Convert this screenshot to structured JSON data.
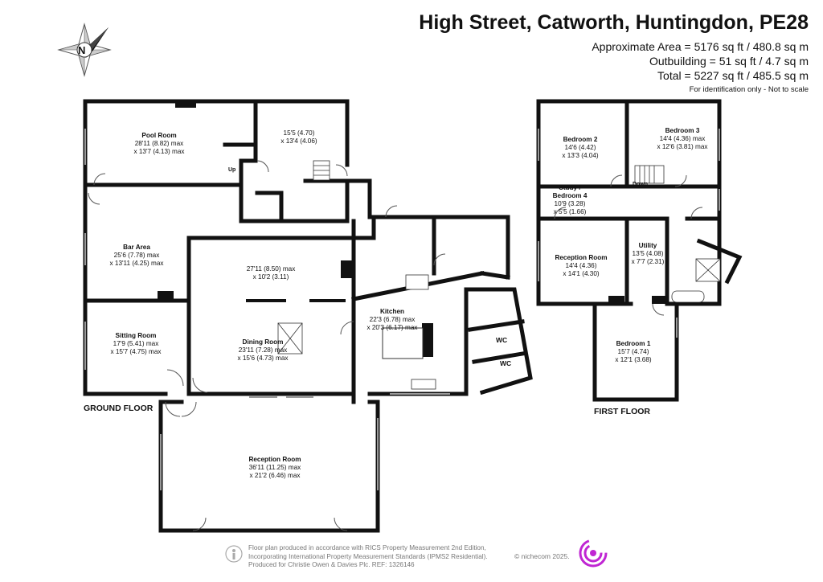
{
  "header": {
    "title": "High Street, Catworth, Huntingdon, PE28",
    "approx_area": "Approximate Area = 5176 sq ft / 480.8 sq m",
    "outbuilding": "Outbuilding = 51 sq ft / 4.7 sq m",
    "total": "Total = 5227 sq ft / 485.5 sq m",
    "note": "For identification only - Not to scale"
  },
  "compass": {
    "letter": "N",
    "icon": "compass-rose-icon"
  },
  "floors": {
    "ground": "GROUND FLOOR",
    "first": "FIRST FLOOR"
  },
  "rooms": {
    "pool_room": {
      "name": "Pool Room",
      "l1": "28'11 (8.82) max",
      "l2": "x 13'7 (4.13) max"
    },
    "room_15_5": {
      "l1": "15'5 (4.70)",
      "l2": "x 13'4 (4.06)"
    },
    "bar_area": {
      "name": "Bar Area",
      "l1": "25'6 (7.78) max",
      "l2": "x 13'11 (4.25) max"
    },
    "room_27_11": {
      "l1": "27'11 (8.50) max",
      "l2": "x 10'2 (3.11)"
    },
    "sitting_room": {
      "name": "Sitting Room",
      "l1": "17'9 (5.41) max",
      "l2": "x 15'7 (4.75) max"
    },
    "dining_room": {
      "name": "Dining Room",
      "l1": "23'11 (7.28) max",
      "l2": "x 15'6 (4.73) max"
    },
    "kitchen": {
      "name": "Kitchen",
      "l1": "22'3 (6.78) max",
      "l2": "x 20'3 (6.17) max"
    },
    "reception_gf": {
      "name": "Reception Room",
      "l1": "36'11 (11.25) max",
      "l2": "x 21'2 (6.46) max"
    },
    "bedroom2": {
      "name": "Bedroom 2",
      "l1": "14'6 (4.42)",
      "l2": "x 13'3 (4.04)"
    },
    "bedroom3": {
      "name": "Bedroom 3",
      "l1": "14'4 (4.36) max",
      "l2": "x 12'6 (3.81) max"
    },
    "study": {
      "name": "Study /",
      "name2": "Bedroom 4",
      "l1": "10'9 (3.28)",
      "l2": "x 5'5 (1.66)"
    },
    "reception_ff": {
      "name": "Reception Room",
      "l1": "14'4 (4.36)",
      "l2": "x 14'1 (4.30)"
    },
    "utility": {
      "name": "Utility",
      "l1": "13'5 (4.08)",
      "l2": "x 7'7 (2.31)"
    },
    "bedroom1": {
      "name": "Bedroom 1",
      "l1": "15'7 (4.74)",
      "l2": "x 12'1 (3.68)"
    }
  },
  "labels": {
    "wc1": "WC",
    "wc2": "WC",
    "up": "Up",
    "down": "Down"
  },
  "footer": {
    "line1": "Floor plan produced in accordance with RICS Property Measurement 2nd Edition,",
    "line2": "Incorporating International Property Measurement Standards (IPMS2 Residential).",
    "line3": "Produced for Christie Owen & Davies Plc.   REF: 1326146",
    "copyright": "© nichecom 2025.",
    "logo": "nichecom-logo",
    "person_icon": "person-icon"
  },
  "colors": {
    "wall": "#111111",
    "logo": "#c026d3",
    "footer_text": "#777777"
  }
}
